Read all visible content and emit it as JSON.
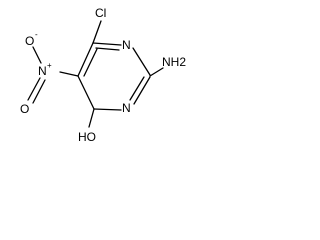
{
  "molecule": {
    "atoms": {
      "chloro": "Cl",
      "ring_n_top": "N",
      "ring_n_bottom": "N",
      "amino": "NH2",
      "hydroxy": "HO",
      "nitro_n": "N",
      "nitro_n_charge": "+",
      "nitro_o_top": "O",
      "nitro_o_top_charge": "-",
      "nitro_o_bottom": "O"
    }
  }
}
